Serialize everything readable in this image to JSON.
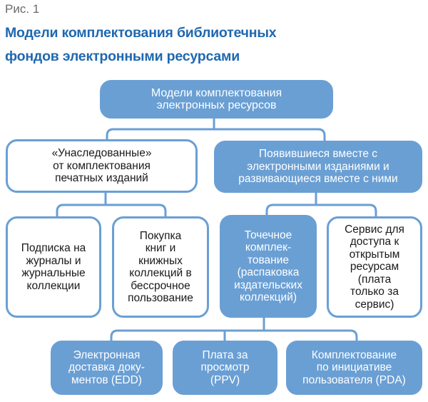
{
  "figure_label": "Рис. 1",
  "title_lines": [
    "Модели комплектования библиотечных",
    "фондов электронными ресурсами"
  ],
  "root": "Модели комплектования\nэлектронных ресурсов",
  "level2": {
    "inherited": "«Унаследованные»\nот комплектования\nпечатных изданий",
    "emerged": "Появившиеся вместе с\nэлектронными изданиями и\nразвивающиеся вместе с ними"
  },
  "level3": {
    "subscription": "Подписка на\nжурналы и\nжурнальные\nколлекции",
    "purchase": "Покупка\nкниг и\nкнижных\nколлекций в\nбессрочное\nпользование",
    "point": "Точечное\nкомплек-\nтование\n(распаковка\nиздательских\nколлекций)",
    "open_access": "Сервис для\nдоступа к\nоткрытым\nресурсам\n(плата\nтолько за\nсервис)"
  },
  "level4": {
    "edd": "Электронная\nдоставка доку-\nментов (EDD)",
    "ppv": "Плата за\nпросмотр\n(PPV)",
    "pda": "Комплектование\nпо инициативе\nпользователя (PDA)"
  },
  "colors": {
    "accent": "#6a9fd4",
    "title": "#1f68b0"
  }
}
